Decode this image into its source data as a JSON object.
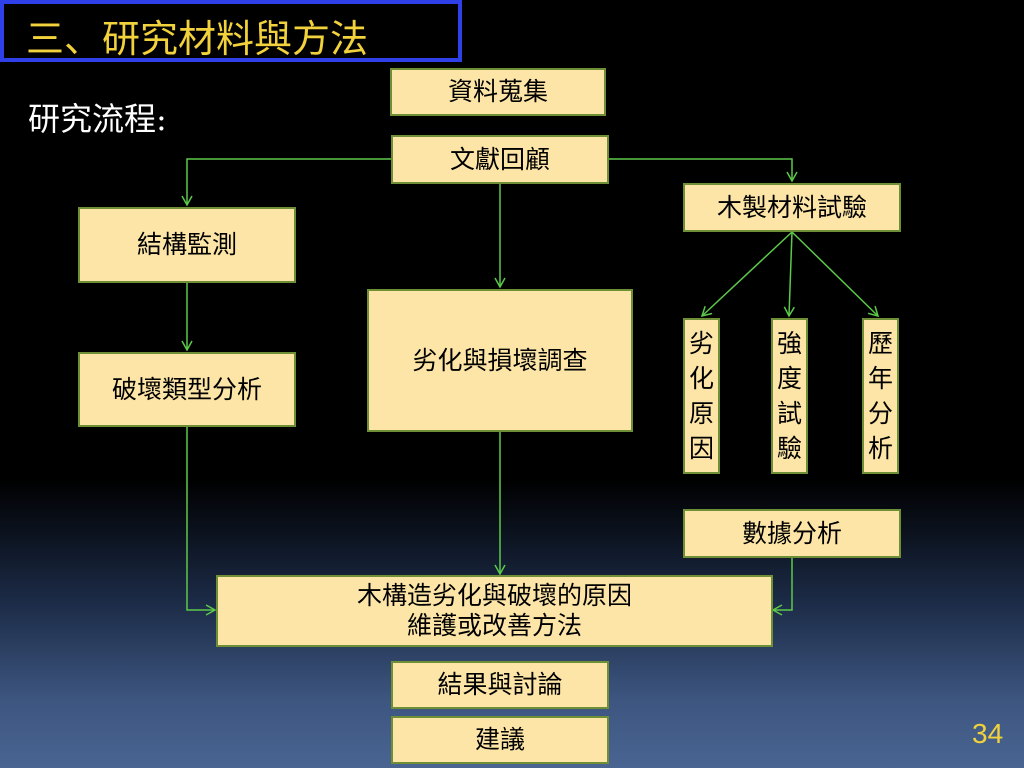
{
  "slide": {
    "title": "三、研究材料與方法",
    "subtitle": "研究流程:",
    "page_number": "34"
  },
  "flow": {
    "data_collection": "資料蒐集",
    "literature_review": "文獻回顧",
    "wood_material_test": "木製材料試驗",
    "structural_monitoring": "結構監測",
    "degradation_survey": "劣化與損壞調查",
    "failure_type_analysis": "破壞類型分析",
    "deg_cause": [
      "劣",
      "化",
      "原",
      "因"
    ],
    "strength_test": [
      "強",
      "度",
      "試",
      "驗"
    ],
    "yearly_analysis": [
      "歷",
      "年",
      "分",
      "析"
    ],
    "data_analysis": "數據分析",
    "cause_line1": "木構造劣化與破壞的原因",
    "cause_line2": "維護或改善方法",
    "results_discussion": "結果與討論",
    "recommendations": "建議"
  },
  "colors": {
    "title_text": "#f2d23c",
    "title_border": "#2f40e8",
    "box_fill": "#fce5a6",
    "box_border": "#6e8f35",
    "arrow": "#5cc94a"
  }
}
